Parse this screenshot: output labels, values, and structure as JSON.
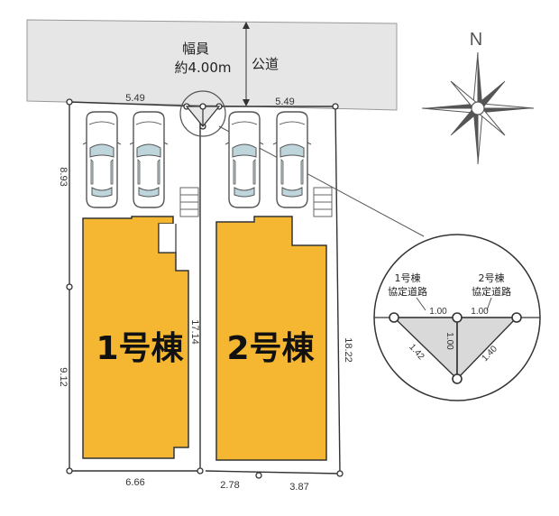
{
  "road": {
    "width_label": "幅員",
    "width_value": "約4.00m",
    "type_label": "公道"
  },
  "compass": {
    "label": "N"
  },
  "lots": [
    {
      "label": "1号棟",
      "building_color": "#F5B731"
    },
    {
      "label": "2号棟",
      "building_color": "#F5B731"
    }
  ],
  "dimensions": {
    "front_lot1": "5.49",
    "front_lot2": "5.49",
    "left_upper": "8.93",
    "left_lower": "9.12",
    "center_divider": "17.14",
    "right_side": "18.22",
    "rear_lot1": "6.66",
    "rear_lot2_left": "2.78",
    "rear_lot2_right": "3.87"
  },
  "detail": {
    "lot1_label_line1": "1号棟",
    "lot1_label_line2": "協定道路",
    "lot2_label_line1": "2号棟",
    "lot2_label_line2": "協定道路",
    "top_left": "1.00",
    "top_right": "1.00",
    "center_vertical": "1.00",
    "diag_left": "1.42",
    "diag_right": "1.40"
  },
  "colors": {
    "road": "#E6E6E6",
    "building": "#F5B731",
    "building_outline": "#333333",
    "triangle_fill": "#D9D9D9"
  }
}
